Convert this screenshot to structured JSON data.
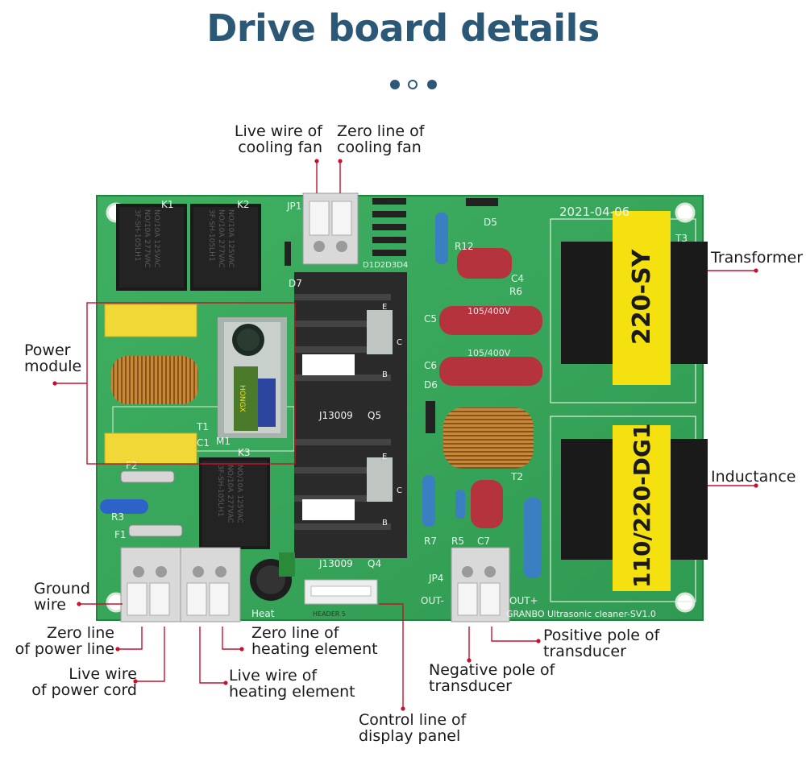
{
  "title": "Drive board details",
  "accent_color": "#2b5876",
  "pointer_color": "#c8102e",
  "board": {
    "date": "2021-04-06",
    "brand_line": "GRANBO Ultrasonic cleaner-SV1.0",
    "transformer_text": "220-SY",
    "inductance_text": "110/220-DG1",
    "relay_text": [
      "NO/10A 125VAC",
      "NO/10A 277VAC",
      "3F-SH-105LH1"
    ],
    "cap_text": "105/400V",
    "transistor_text": "J13009",
    "header_text": "HEADER 5",
    "silk": {
      "jp1": "JP1",
      "jp4": "JP4",
      "d5": "D5",
      "d7": "D7",
      "r12": "R12",
      "c4": "C4",
      "r6": "R6",
      "c5": "C5",
      "c6": "C6",
      "d6": "D6",
      "t3": "T3",
      "t1": "T1",
      "c1": "C1",
      "m1": "M1",
      "k1": "K1",
      "k2": "K2",
      "k3": "K3",
      "q5": "Q5",
      "q4": "Q4",
      "r3": "R3",
      "f1": "F1",
      "f2": "F2",
      "r7": "R7",
      "r5": "R5",
      "c7": "C7",
      "t2": "T2",
      "d1d4": "D1D2D3D4",
      "heat": "Heat",
      "out_minus": "OUT-",
      "out_plus": "OUT+",
      "honex": "HONGX",
      "e": "E",
      "c": "C",
      "b": "B"
    }
  },
  "labels": {
    "cooling_live": [
      "Live wire of",
      "cooling fan"
    ],
    "cooling_zero": [
      "Zero line of",
      "cooling fan"
    ],
    "transformer": [
      "Transformer"
    ],
    "power_module": [
      "Power",
      "module"
    ],
    "inductance": [
      "Inductance"
    ],
    "ground_wire": [
      "Ground",
      "wire"
    ],
    "zero_power": [
      "Zero line",
      "of power line"
    ],
    "live_power": [
      "Live wire",
      "of power cord"
    ],
    "zero_heating": [
      "Zero line of",
      "heating element"
    ],
    "live_heating": [
      "Live wire of",
      "heating element"
    ],
    "control_line": [
      "Control line of",
      "display panel"
    ],
    "positive_pole": [
      "Positive pole of",
      "transducer"
    ],
    "negative_pole": [
      "Negative pole of",
      "transducer"
    ]
  }
}
